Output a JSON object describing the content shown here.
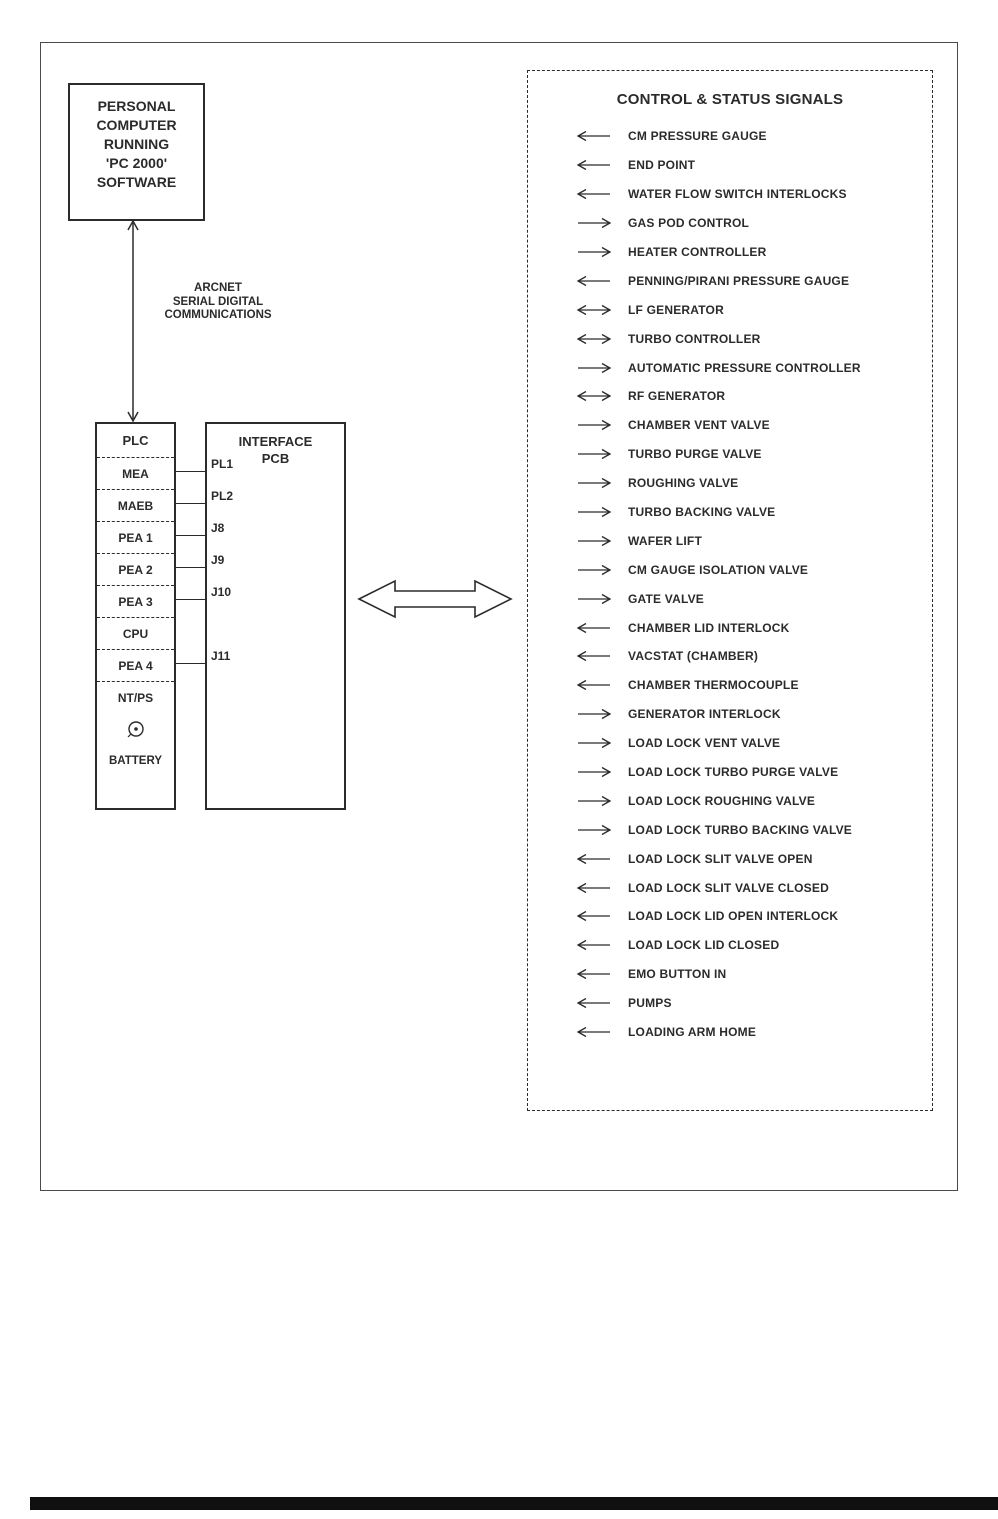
{
  "pc_box": {
    "text": "PERSONAL\nCOMPUTER\nRUNNING\n'PC 2000'\nSOFTWARE"
  },
  "link": {
    "label": "ARCNET\nSERIAL DIGITAL\nCOMMUNICATIONS"
  },
  "plc": {
    "title": "PLC",
    "rows": [
      "MEA",
      "MAEB",
      "PEA 1",
      "PEA 2",
      "PEA 3",
      "CPU",
      "PEA 4",
      "NT/PS"
    ],
    "battery_label": "BATTERY"
  },
  "interface": {
    "title": "INTERFACE\nPCB",
    "connectors": [
      "PL1",
      "PL2",
      "J8",
      "J9",
      "J10",
      "J11"
    ]
  },
  "signals": {
    "title": "CONTROL & STATUS SIGNALS",
    "rows": [
      {
        "dir": "in",
        "label": "CM PRESSURE GAUGE"
      },
      {
        "dir": "in",
        "label": "END POINT"
      },
      {
        "dir": "in",
        "label": "WATER FLOW SWITCH INTERLOCKS"
      },
      {
        "dir": "out",
        "label": "GAS POD CONTROL"
      },
      {
        "dir": "out",
        "label": "HEATER CONTROLLER"
      },
      {
        "dir": "in",
        "label": "PENNING/PIRANI PRESSURE GAUGE"
      },
      {
        "dir": "both",
        "label": "LF GENERATOR"
      },
      {
        "dir": "both",
        "label": "TURBO CONTROLLER"
      },
      {
        "dir": "out",
        "label": "AUTOMATIC PRESSURE CONTROLLER"
      },
      {
        "dir": "both",
        "label": "RF GENERATOR"
      },
      {
        "dir": "out",
        "label": "CHAMBER VENT VALVE"
      },
      {
        "dir": "out",
        "label": "TURBO PURGE VALVE"
      },
      {
        "dir": "out",
        "label": "ROUGHING VALVE"
      },
      {
        "dir": "out",
        "label": "TURBO BACKING VALVE"
      },
      {
        "dir": "out",
        "label": "WAFER LIFT"
      },
      {
        "dir": "out",
        "label": "CM GAUGE ISOLATION VALVE"
      },
      {
        "dir": "out",
        "label": "GATE VALVE"
      },
      {
        "dir": "in",
        "label": "CHAMBER LID INTERLOCK"
      },
      {
        "dir": "in",
        "label": "VACSTAT (CHAMBER)"
      },
      {
        "dir": "in",
        "label": "CHAMBER THERMOCOUPLE"
      },
      {
        "dir": "out",
        "label": "GENERATOR INTERLOCK"
      },
      {
        "dir": "out",
        "label": "LOAD LOCK VENT VALVE"
      },
      {
        "dir": "out",
        "label": "LOAD LOCK TURBO PURGE VALVE"
      },
      {
        "dir": "out",
        "label": "LOAD LOCK ROUGHING VALVE"
      },
      {
        "dir": "out",
        "label": "LOAD LOCK TURBO BACKING VALVE"
      },
      {
        "dir": "in",
        "label": "LOAD LOCK SLIT VALVE OPEN"
      },
      {
        "dir": "in",
        "label": "LOAD LOCK SLIT VALVE CLOSED"
      },
      {
        "dir": "in",
        "label": "LOAD LOCK LID OPEN INTERLOCK"
      },
      {
        "dir": "in",
        "label": "LOAD LOCK LID CLOSED"
      },
      {
        "dir": "in",
        "label": "EMO BUTTON IN"
      },
      {
        "dir": "in",
        "label": "PUMPS"
      },
      {
        "dir": "in",
        "label": "LOADING ARM HOME"
      }
    ]
  },
  "colors": {
    "line": "#2b2b2b",
    "background": "#ffffff",
    "bottom_bar": "#101010"
  }
}
